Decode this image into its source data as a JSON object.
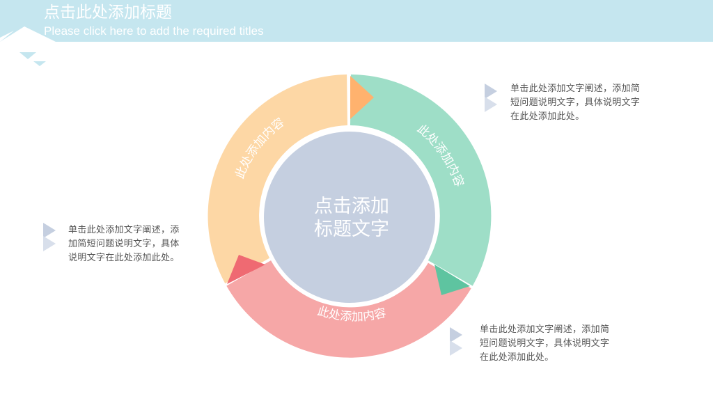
{
  "header": {
    "title": "点击此处添加标题",
    "subtitle": "Please click here to add the required titles"
  },
  "center": {
    "line1": "点击添加",
    "line2": "标题文字"
  },
  "segments": [
    {
      "label": "此处添加内容",
      "color": "#9edec7",
      "arrow_color": "#ffb26e"
    },
    {
      "label": "此处添加内容",
      "color": "#f6a7a7",
      "arrow_color": "#5ec4a0"
    },
    {
      "label": "此处添加内容",
      "color": "#fdd7a5",
      "arrow_color": "#ef6a72"
    }
  ],
  "notes": [
    {
      "lines": [
        "单击此处添加文字阐述，添加简",
        "短问题说明文字，具体说明文字",
        "在此处添加此处。"
      ]
    },
    {
      "lines": [
        "单击此处添加文字阐述，添",
        "加简短问题说明文字，具体",
        "说明文字在此处添加此处。"
      ]
    },
    {
      "lines": [
        "单击此处添加文字阐述，添加简",
        "短问题说明文字，具体说明文字",
        "在此处添加此处。"
      ]
    }
  ],
  "colors": {
    "header_bg": "#c5e6ef",
    "center_fill": "#c5cfe0",
    "icon_color": "#c5cfe0"
  }
}
